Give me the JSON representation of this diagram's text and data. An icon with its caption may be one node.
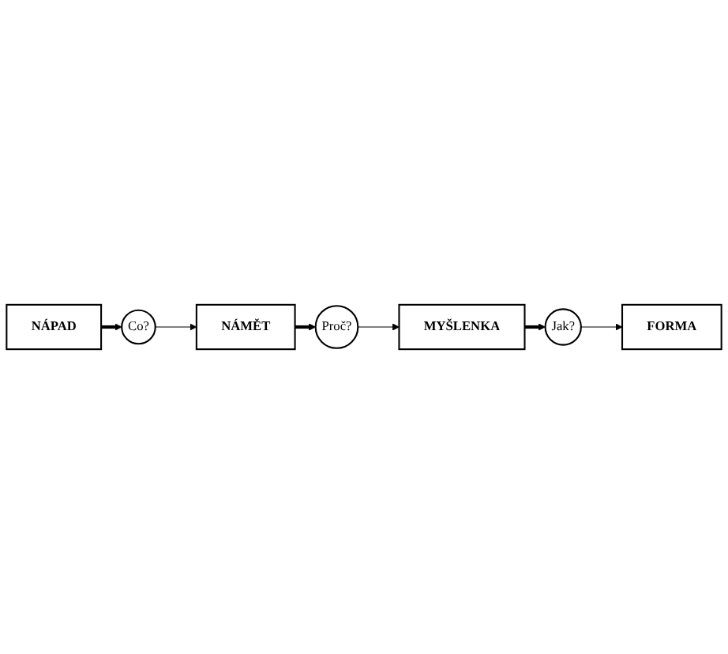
{
  "diagram": {
    "nodes": [
      {
        "text": [
          "NÁPAD"
        ]
      },
      {
        "text": [
          "Co?"
        ]
      },
      {
        "text": [
          "NÁMĚT"
        ]
      },
      {
        "text": [
          "Proč?"
        ]
      },
      {
        "text": [
          "MYŠLENKA"
        ]
      },
      {
        "text": [
          "Jak?"
        ]
      },
      {
        "text": [
          "FORMA"
        ]
      }
    ],
    "edges": [
      {
        "from": 0,
        "to": 1,
        "arrow": "to",
        "style": "thick"
      },
      {
        "from": 1,
        "to": 2,
        "arrow": "to"
      },
      {
        "from": 2,
        "to": 3,
        "arrow": "to",
        "style": "thick"
      },
      {
        "from": 3,
        "to": 4,
        "arrow": "to"
      },
      {
        "from": 4,
        "to": 5,
        "arrow": "to",
        "style": "thick"
      },
      {
        "from": 5,
        "to": 6,
        "arrow": "to"
      }
    ]
  }
}
